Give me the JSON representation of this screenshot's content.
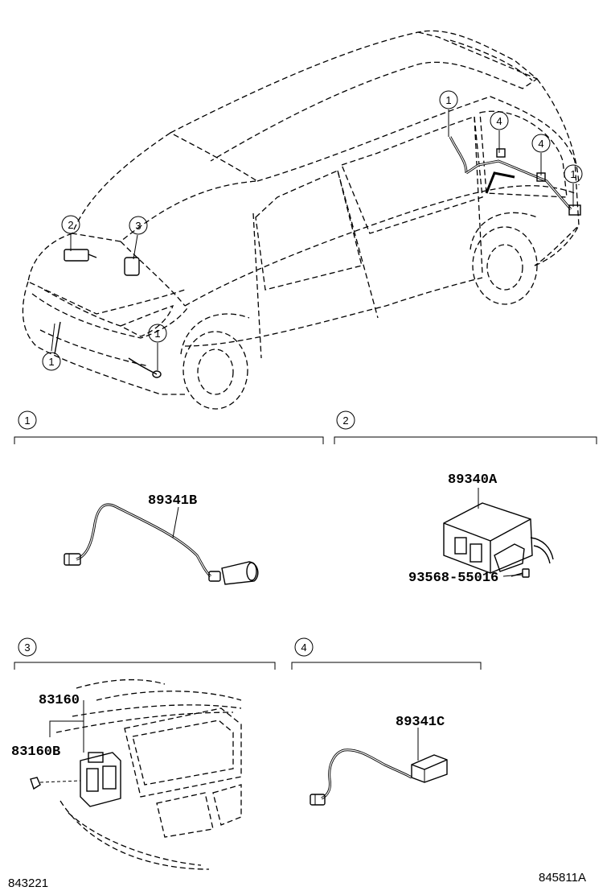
{
  "callouts": {
    "c1": "1",
    "c2": "2",
    "c3": "3",
    "c4": "4"
  },
  "sections": [
    {
      "num": "1",
      "parts": [
        "89341B"
      ]
    },
    {
      "num": "2",
      "parts": [
        "89340A",
        "93568-55016"
      ]
    },
    {
      "num": "3",
      "parts": [
        "83160",
        "83160B"
      ]
    },
    {
      "num": "4",
      "parts": [
        "89341C"
      ]
    }
  ],
  "footer": {
    "left_code": "843221",
    "right_code": "845811A"
  }
}
